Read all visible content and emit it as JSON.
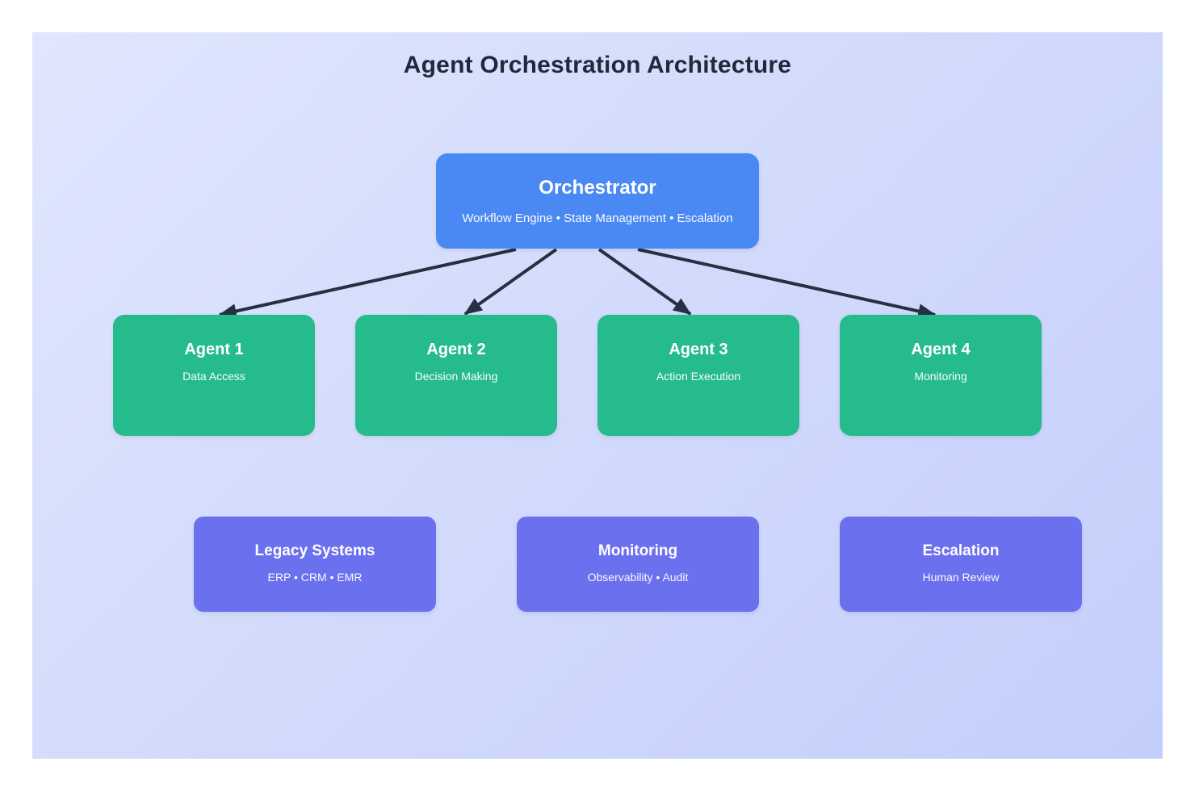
{
  "title": "Agent Orchestration Architecture",
  "orchestrator": {
    "title": "Orchestrator",
    "subtitle": "Workflow Engine • State Management • Escalation"
  },
  "agents": [
    {
      "title": "Agent 1",
      "subtitle": "Data Access"
    },
    {
      "title": "Agent 2",
      "subtitle": "Decision Making"
    },
    {
      "title": "Agent 3",
      "subtitle": "Action Execution"
    },
    {
      "title": "Agent 4",
      "subtitle": "Monitoring"
    }
  ],
  "systems": [
    {
      "title": "Legacy Systems",
      "subtitle": "ERP • CRM • EMR"
    },
    {
      "title": "Monitoring",
      "subtitle": "Observability • Audit"
    },
    {
      "title": "Escalation",
      "subtitle": "Human Review"
    }
  ],
  "edges": [
    {
      "from": "Orchestrator",
      "to": "Agent 1"
    },
    {
      "from": "Orchestrator",
      "to": "Agent 2"
    },
    {
      "from": "Orchestrator",
      "to": "Agent 3"
    },
    {
      "from": "Orchestrator",
      "to": "Agent 4"
    }
  ],
  "colors": {
    "orchestrator": "#4a89f3",
    "agent": "#26bb8c",
    "system": "#6b70ee",
    "arrow": "#253040",
    "title_text": "#1e2a3b",
    "canvas_gradient_top": "#e0e6fd",
    "canvas_gradient_bottom": "#c4cefb"
  }
}
